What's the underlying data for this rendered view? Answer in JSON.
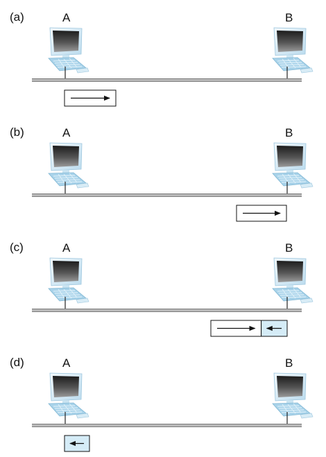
{
  "panels": [
    {
      "tag": "(a)",
      "left_station": "A",
      "right_station": "B",
      "frame": {
        "signals": [
          {
            "direction": "right",
            "color": "#ffffff"
          }
        ]
      }
    },
    {
      "tag": "(b)",
      "left_station": "A",
      "right_station": "B",
      "frame": {
        "signals": [
          {
            "direction": "right",
            "color": "#ffffff"
          }
        ]
      }
    },
    {
      "tag": "(c)",
      "left_station": "A",
      "right_station": "B",
      "frame": {
        "signals": [
          {
            "direction": "right",
            "color": "#ffffff"
          },
          {
            "direction": "left",
            "color": "#d5ecf7"
          }
        ]
      }
    },
    {
      "tag": "(d)",
      "left_station": "A",
      "right_station": "B",
      "frame": {
        "signals": [
          {
            "direction": "left",
            "color": "#d5ecf7"
          }
        ]
      }
    }
  ],
  "icons": {
    "station": "computer-icon",
    "arrow": "arrow-icon"
  },
  "colors": {
    "bus": "#b9b9b9",
    "screen_dark": "#3a3a3a",
    "monitor_frame": "#e0f0f8",
    "keyboard": "#a9d3ea"
  }
}
